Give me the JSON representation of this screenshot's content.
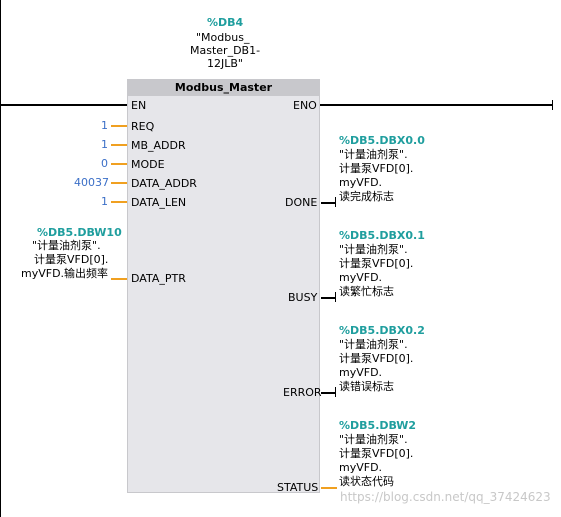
{
  "instance": {
    "db": "%DB4",
    "name_lines": [
      "\"Modbus_",
      "Master_DB1-",
      "12JLB\""
    ]
  },
  "block": {
    "title": "Modbus_Master",
    "en": "EN",
    "eno": "ENO"
  },
  "inputs": [
    {
      "value": "1",
      "pin": "REQ"
    },
    {
      "value": "1",
      "pin": "MB_ADDR"
    },
    {
      "value": "0",
      "pin": "MODE"
    },
    {
      "value": "40037",
      "pin": "DATA_ADDR"
    },
    {
      "value": "1",
      "pin": "DATA_LEN"
    }
  ],
  "data_ptr": {
    "pin": "DATA_PTR",
    "addr": "%DB5.DBW10",
    "lines": [
      "\"计量油剂泵\".",
      "计量泵VFD[0].",
      "myVFD.输出频率"
    ]
  },
  "outputs": [
    {
      "pin": "DONE",
      "addr": "%DB5.DBX0.0",
      "lines": [
        "\"计量油剂泵\".",
        "计量泵VFD[0].",
        "myVFD.",
        "读完成标志"
      ]
    },
    {
      "pin": "BUSY",
      "addr": "%DB5.DBX0.1",
      "lines": [
        "\"计量油剂泵\".",
        "计量泵VFD[0].",
        "myVFD.",
        "读繁忙标志"
      ]
    },
    {
      "pin": "ERROR",
      "addr": "%DB5.DBX0.2",
      "lines": [
        "\"计量油剂泵\".",
        "计量泵VFD[0].",
        "myVFD.",
        "读错误标志"
      ]
    },
    {
      "pin": "STATUS",
      "addr": "%DB5.DBW2",
      "lines": [
        "\"计量油剂泵\".",
        "计量泵VFD[0].",
        "myVFD.",
        "读状态代码"
      ]
    }
  ],
  "watermark": "https://blog.csdn.net/qq_37424623",
  "colors": {
    "address": "#1f9e9e",
    "constant": "#3b6fc7",
    "wire_orange": "#f0a020"
  }
}
